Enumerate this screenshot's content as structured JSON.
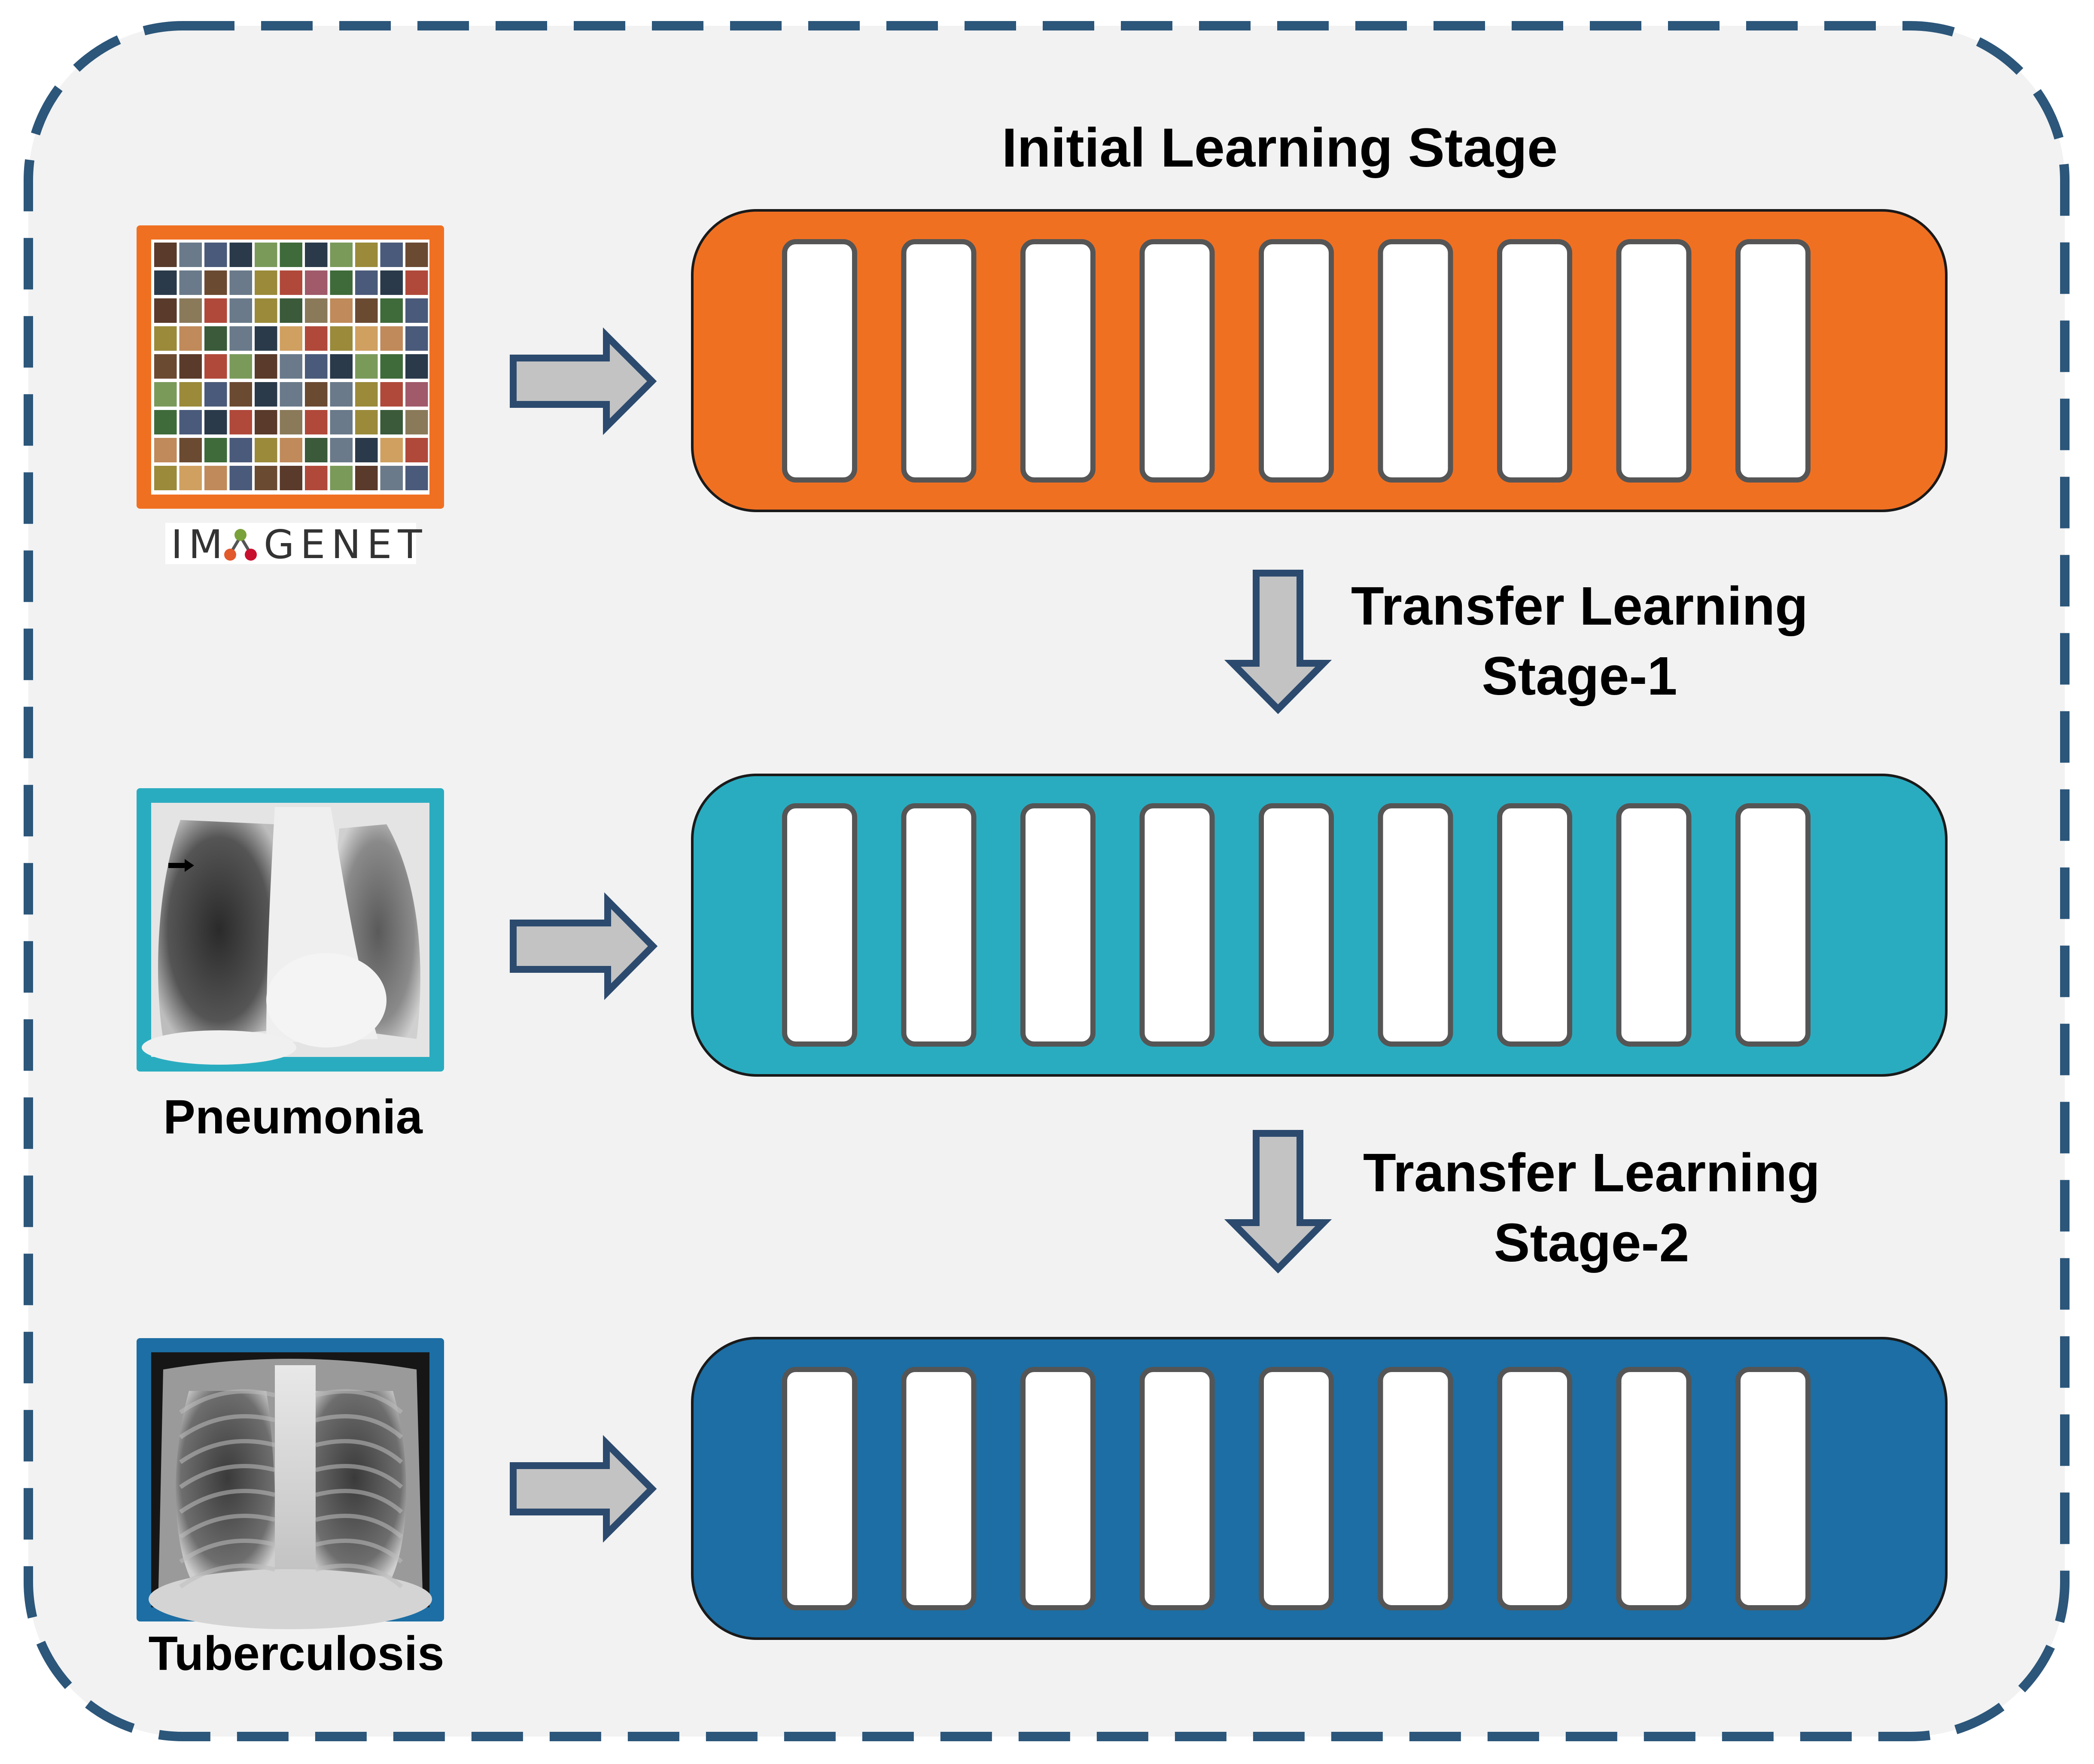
{
  "colors": {
    "background": "#f2f2f2",
    "frame_dash": "#2c567a",
    "stage_initial": "#f07022",
    "stage_1": "#2aacc0",
    "stage_2": "#1c6ea4",
    "layer_fill": "#ffffff",
    "layer_stroke": "#555555",
    "arrow_fill": "#c3c3c3",
    "arrow_stroke": "#2c4a6e"
  },
  "initial_stage": {
    "title": "Initial Learning Stage",
    "dataset_logo": "IMAGENET",
    "dataset_image": "imagenet-mosaic",
    "layer_count": 9
  },
  "transfer_1": {
    "line1": "Transfer Learning",
    "line2": "Stage-1"
  },
  "pneumonia_stage": {
    "dataset_label": "Pneumonia",
    "dataset_image": "chest-xray-pneumonia",
    "layer_count": 9
  },
  "transfer_2": {
    "line1": "Transfer Learning",
    "line2": "Stage-2"
  },
  "tb_stage": {
    "dataset_label": "Tuberculosis",
    "dataset_image": "chest-xray-tuberculosis",
    "layer_count": 9
  }
}
